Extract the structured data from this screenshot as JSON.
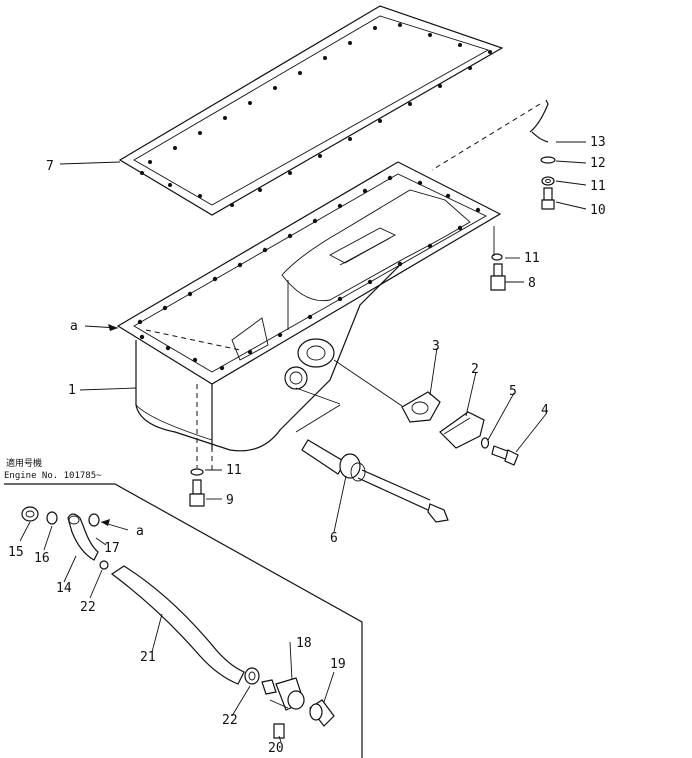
{
  "applicability_note": {
    "line1": "適用号機",
    "line2": "Engine No. 101785~"
  },
  "parts": {
    "p1": "1",
    "p2": "2",
    "p3": "3",
    "p4": "4",
    "p5": "5",
    "p6": "6",
    "p7": "7",
    "p8": "8",
    "p9": "9",
    "p10": "10",
    "p11a": "11",
    "p11b": "11",
    "p11c": "11",
    "p12": "12",
    "p13": "13",
    "p14": "14",
    "p15": "15",
    "p16": "16",
    "p17": "17",
    "p18": "18",
    "p19": "19",
    "p20": "20",
    "p21": "21",
    "p22a": "22",
    "p22b": "22"
  },
  "reference_marks": {
    "a_pan": "a",
    "a_inset": "a"
  }
}
